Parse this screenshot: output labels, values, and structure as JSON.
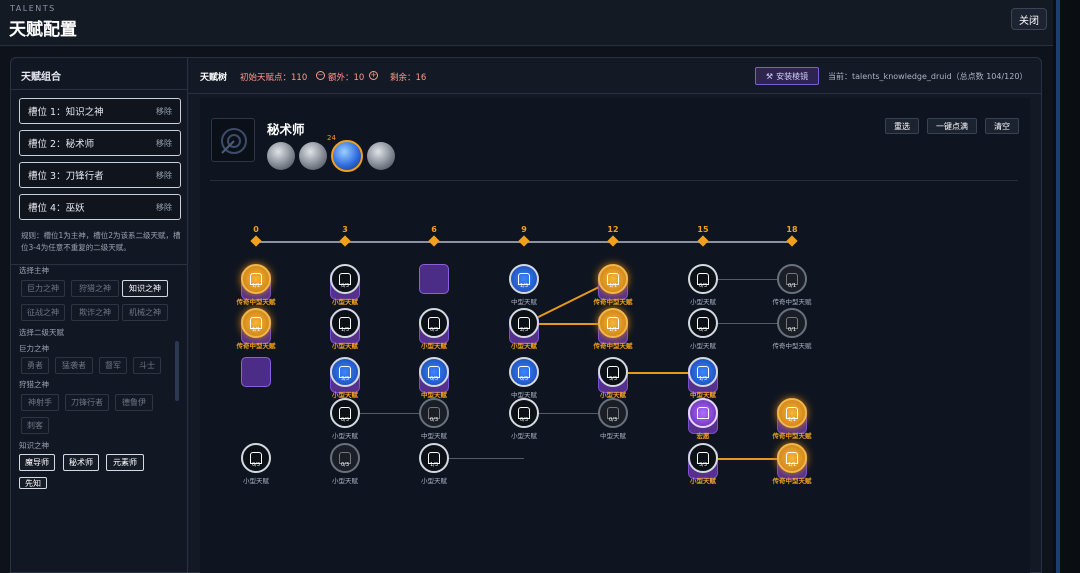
{
  "header": {
    "subtitle": "TALENTS",
    "title": "天赋配置",
    "close_label": "关闭"
  },
  "left_panel": {
    "title": "天赋组合",
    "remove_label": "移除",
    "slots": [
      {
        "label": "槽位 1：知识之神"
      },
      {
        "label": "槽位 2：秘术师"
      },
      {
        "label": "槽位 3：刀锋行者"
      },
      {
        "label": "槽位 4：巫妖"
      }
    ],
    "rules": "规则：槽位1为主神，槽位2为该系二级天赋，槽位3-4为任意不重复的二级天赋。",
    "main_god_heading": "选择主神",
    "main_gods": [
      "巨力之神",
      "狩猎之神",
      "知识之神",
      "征战之神",
      "欺诈之神",
      "机械之神"
    ],
    "second_heading": "选择二级天赋",
    "groups": [
      {
        "name": "巨力之神",
        "items": [
          "勇者",
          "猛袭者",
          "督军",
          "斗士"
        ]
      },
      {
        "name": "狩猎之神",
        "items": [
          "神射手",
          "刀锋行者",
          "德鲁伊",
          "刺客"
        ]
      },
      {
        "name": "知识之神",
        "items": [
          "魔导师",
          "秘术师",
          "元素师",
          "先知"
        ]
      }
    ]
  },
  "main": {
    "tree_label": "天赋树",
    "init_points": "初始天赋点：110",
    "extra": "额外：10",
    "remaining": "剩余：16",
    "install_label": "安装棱镜",
    "current": "当前：talents_knowledge_druid（总点数 104/120）",
    "profession": "秘术师",
    "skill_count": "24",
    "actions": {
      "reselect": "重选",
      "fill": "一键点满",
      "clear": "清空"
    },
    "ticks": [
      "0",
      "3",
      "6",
      "9",
      "12",
      "15",
      "18"
    ],
    "nodes": [
      {
        "count": "1/1",
        "label": "传奇中型天赋"
      },
      {
        "count": "1/1",
        "label": "传奇中型天赋"
      },
      {
        "count": "0/3",
        "label": "小型天赋"
      },
      {
        "count": "1/3",
        "label": "小型天赋"
      },
      {
        "count": "3/3",
        "label": "小型天赋"
      },
      {
        "count": "0/3",
        "label": "小型天赋"
      },
      {
        "count": "0/3",
        "label": "小型天赋"
      },
      {
        "count": "1/3",
        "label": "中型天赋"
      },
      {
        "count": "2/3",
        "label": "小型天赋"
      },
      {
        "count": "0/3",
        "label": "中型天赋"
      },
      {
        "count": "0/3",
        "label": "小型天赋"
      },
      {
        "count": "0/3",
        "label": "中型天赋"
      },
      {
        "count": "1/3",
        "label": "小型天赋"
      },
      {
        "count": "0/3",
        "label": "中型天赋"
      },
      {
        "count": "0/3",
        "label": "小型天赋"
      },
      {
        "count": "0/3",
        "label": "小型天赋"
      },
      {
        "count": "1/1",
        "label": "传奇中型天赋"
      },
      {
        "count": "1/1",
        "label": "传奇中型天赋"
      },
      {
        "count": "3/3",
        "label": "小型天赋"
      },
      {
        "count": "0/3",
        "label": "中型天赋"
      },
      {
        "count": "0/3",
        "label": "小型天赋"
      },
      {
        "count": "0/3",
        "label": "小型天赋"
      },
      {
        "count": "1/3",
        "label": "中型天赋"
      },
      {
        "count": "",
        "label": "宏愿"
      },
      {
        "count": "3/3",
        "label": "小型天赋"
      },
      {
        "count": "0/1",
        "label": "传奇中型天赋"
      },
      {
        "count": "0/1",
        "label": "传奇中型天赋"
      },
      {
        "count": "1/1",
        "label": "传奇中型天赋"
      },
      {
        "count": "1/1",
        "label": "传奇中型天赋"
      }
    ]
  }
}
